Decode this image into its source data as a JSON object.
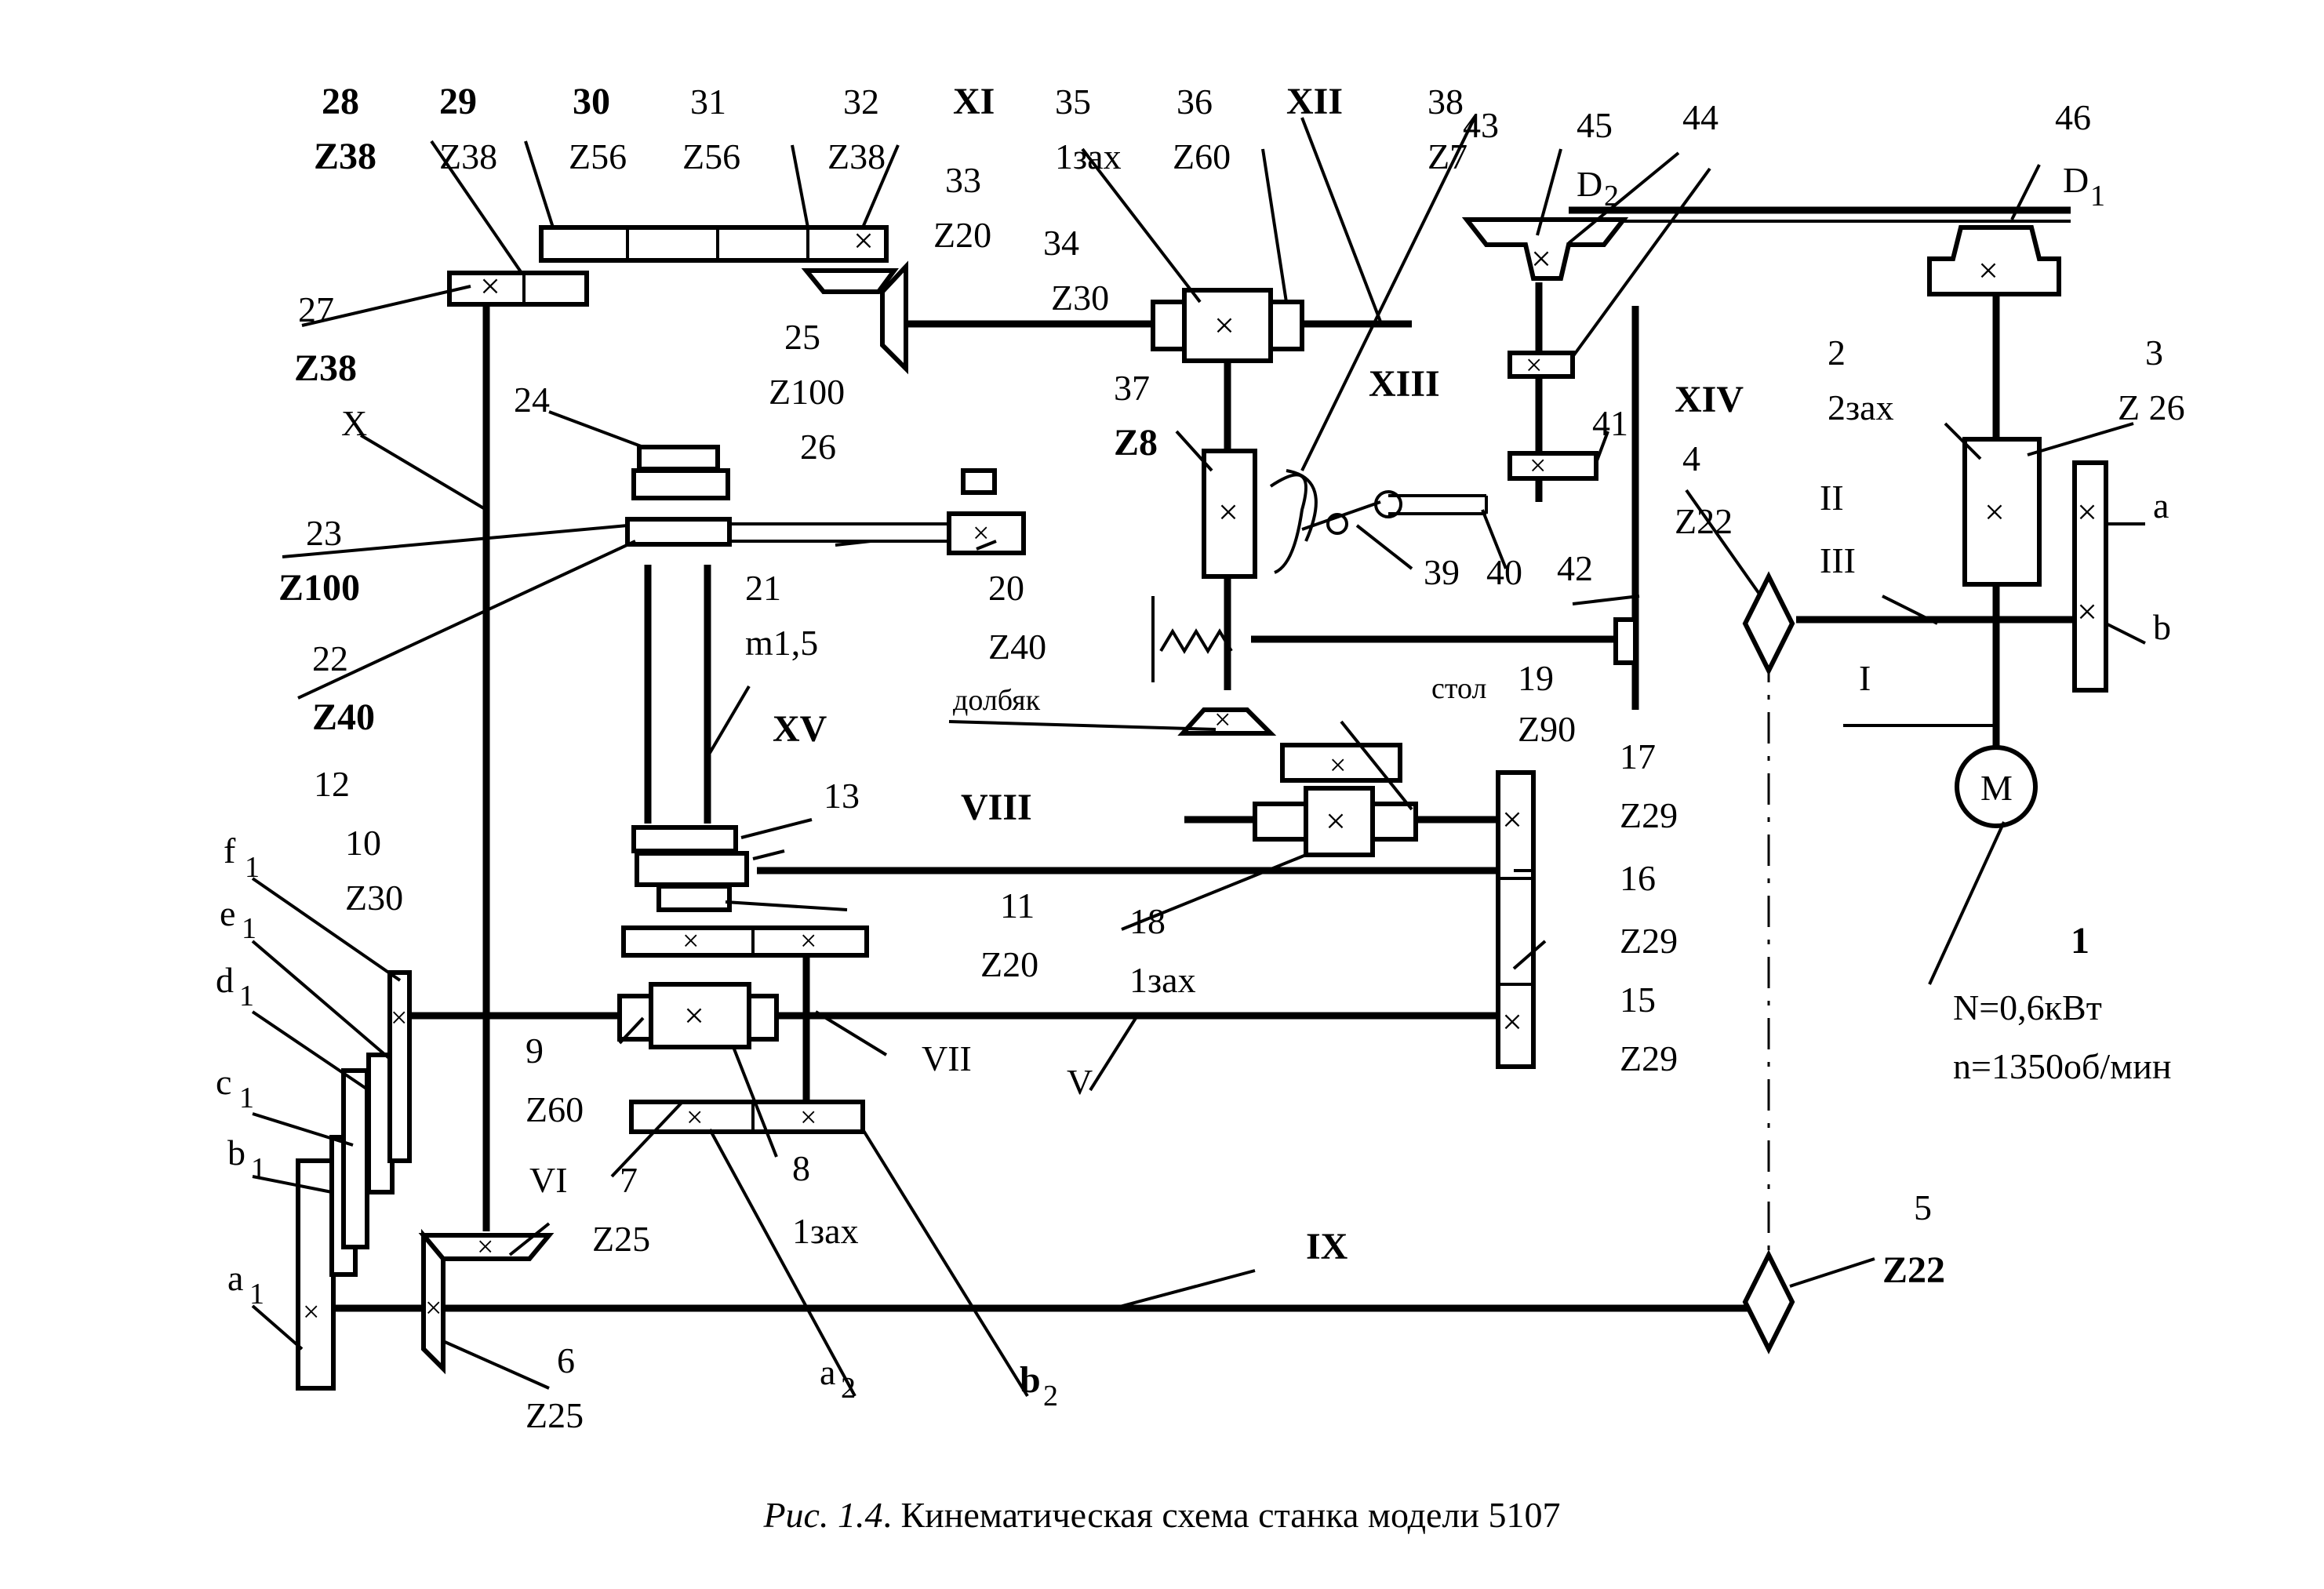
{
  "caption": {
    "prefix": "Рис. 1.4",
    "text": ". Кинематическая схема  станка модели 5107"
  },
  "motor": {
    "symbol": "M",
    "number": "1",
    "power": "N=0,6кВт",
    "speed": "n=1350об/мин"
  },
  "shafts": {
    "I": "I",
    "II": "II",
    "III": "III",
    "V": "V",
    "VI": "VI",
    "VII": "VII",
    "VIII": "VIII",
    "IX": "IX",
    "X": "X",
    "XI": "XI",
    "XII": "XII",
    "XIII": "XIII",
    "XIV": "XIV",
    "XV": "XV"
  },
  "labels": {
    "g2": "2",
    "g2v": "2зах",
    "g3": "3",
    "g3v": "Z 26",
    "ga": "a",
    "gb": "b",
    "g4": "4",
    "g4v": "Z22",
    "g5": "5",
    "g5v": "Z22",
    "g6": "6",
    "g6v": "Z25",
    "g7": "7",
    "g7v": "Z25",
    "g8": "8",
    "g8v": "1зах",
    "g9": "9",
    "g9v": "Z60",
    "g10": "10",
    "g10v": "Z30",
    "g11": "11",
    "g11v": "Z20",
    "g12": "12",
    "g13": "13",
    "g15": "15",
    "g15v": "Z29",
    "g16": "16",
    "g16v": "Z29",
    "g17": "17",
    "g17v": "Z29",
    "g18": "18",
    "g18v": "1зах",
    "g19": "19",
    "g19v": "Z90",
    "g20": "20",
    "g20v": "Z40",
    "g21": "21",
    "g21v": "m1,5",
    "g22": "22",
    "g22v": "Z40",
    "g23": "23",
    "g23v": "Z100",
    "g24": "24",
    "g25": "25",
    "g25v": "Z100",
    "g26": "26",
    "g27": "27",
    "g27v": "Z38",
    "g28": "28",
    "g28v": "Z38",
    "g29": "29",
    "g29v": "Z38",
    "g30": "30",
    "g30v": "Z56",
    "g31": "31",
    "g31v": "Z56",
    "g32": "32",
    "g32v": "Z38",
    "g33": "33",
    "g33v": "Z20",
    "g34": "34",
    "g34v": "Z30",
    "g35": "35",
    "g35v": "1зах",
    "g36": "36",
    "g36v": "Z60",
    "g37": "37",
    "g37v": "Z8",
    "g38": "38",
    "g38v": "Z7",
    "g39": "39",
    "g40": "40",
    "g41": "41",
    "g42": "42",
    "g43": "43",
    "g44": "44",
    "g45": "45",
    "g46": "46",
    "D2": "D",
    "D2sub": "2",
    "D1": "D",
    "D1sub": "1",
    "stol": "стол",
    "dolbyak": "долбяк",
    "a1": "a",
    "a1s": "1",
    "b1": "b",
    "b1s": "1",
    "c1": "c",
    "c1s": "1",
    "d1": "d",
    "d1s": "1",
    "e1": "e",
    "e1s": "1",
    "f1": "f",
    "f1s": "1",
    "a2": "a",
    "a2s": "2",
    "b2": "b",
    "b2s": "2"
  }
}
